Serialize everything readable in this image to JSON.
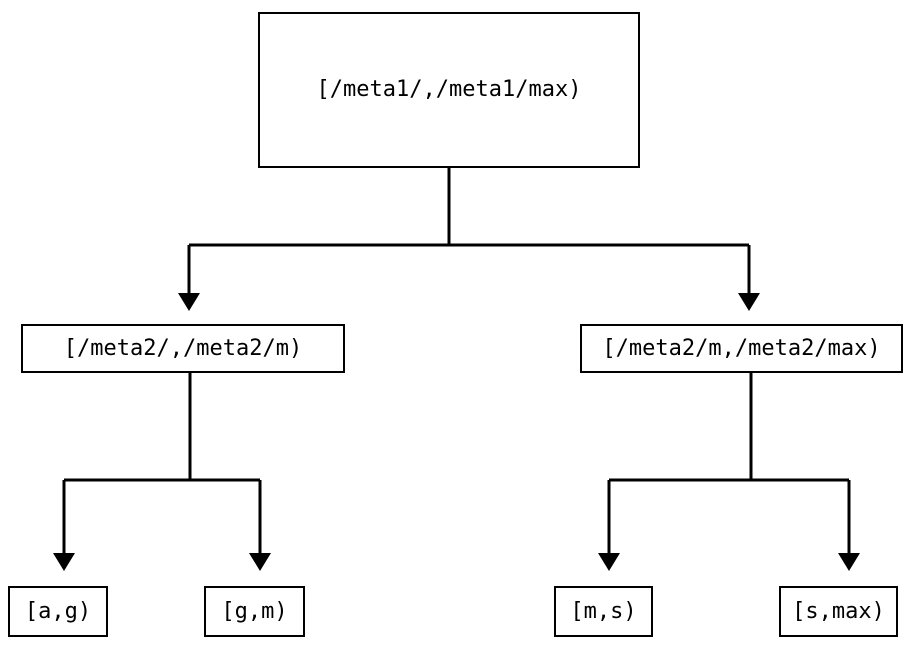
{
  "diagram": {
    "type": "tree",
    "title": "",
    "background_color": "#ffffff",
    "stroke_color": "#000000",
    "text_color": "#000000",
    "nodes": {
      "root": {
        "label": "[/meta1/,/meta1/max)"
      },
      "mid_left": {
        "label": "[/meta2/,/meta2/m)"
      },
      "mid_right": {
        "label": "[/meta2/m,/meta2/max)"
      },
      "leaf_1": {
        "label": "[a,g)"
      },
      "leaf_2": {
        "label": "[g,m)"
      },
      "leaf_3": {
        "label": "[m,s)"
      },
      "leaf_4": {
        "label": "[s,max)"
      }
    },
    "edges": [
      {
        "from": "root",
        "to": "mid_left",
        "arrow": "triangle-down"
      },
      {
        "from": "root",
        "to": "mid_right",
        "arrow": "triangle-down"
      },
      {
        "from": "mid_left",
        "to": "leaf_1",
        "arrow": "triangle-down"
      },
      {
        "from": "mid_left",
        "to": "leaf_2",
        "arrow": "triangle-down"
      },
      {
        "from": "mid_right",
        "to": "leaf_3",
        "arrow": "triangle-down"
      },
      {
        "from": "mid_right",
        "to": "leaf_4",
        "arrow": "triangle-down"
      }
    ]
  }
}
